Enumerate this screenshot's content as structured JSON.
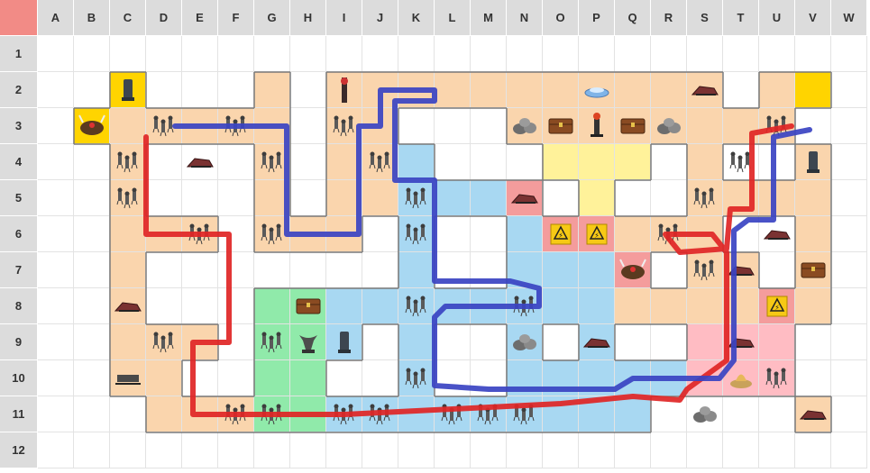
{
  "columns": [
    "A",
    "B",
    "C",
    "D",
    "E",
    "F",
    "G",
    "H",
    "I",
    "J",
    "K",
    "L",
    "M",
    "N",
    "O",
    "P",
    "Q",
    "R",
    "S",
    "T",
    "U",
    "V",
    "W"
  ],
  "rows": [
    "1",
    "2",
    "3",
    "4",
    "5",
    "6",
    "7",
    "8",
    "9",
    "10",
    "11",
    "12"
  ],
  "colors": {
    "corner": "#f28b86",
    "header": "#dcdcdc",
    "orange_zone": "#fad5ad",
    "blue_zone": "#a8d8f2",
    "green_zone": "#90eaaa",
    "yellow_zone": "#fff29a",
    "red_zone": "#f49c9c",
    "pink_zone": "#ffbcc3",
    "gold": "#ffd400",
    "red_path": "#e02525",
    "blue_path": "#3a43c2"
  },
  "zones": [
    {
      "color": "orange_zone",
      "cells": [
        "C3",
        "D3",
        "E3",
        "F3",
        "G3",
        "C4",
        "C5",
        "C6",
        "D6",
        "E6",
        "C7",
        "C8",
        "C9",
        "D9",
        "E9",
        "C10",
        "D10",
        "D11",
        "E11",
        "F11",
        "G2",
        "G4",
        "G5",
        "G6",
        "H6",
        "I6",
        "I3",
        "I4",
        "I5",
        "J3",
        "J4",
        "J5",
        "I2",
        "J2",
        "K2",
        "L2",
        "M2",
        "N2",
        "O2",
        "P2",
        "Q2",
        "R2",
        "N3",
        "O3",
        "P3",
        "Q3",
        "R3",
        "S3",
        "T3",
        "U3",
        "S2",
        "U2",
        "S4",
        "S5",
        "T5",
        "U5",
        "V5",
        "V4",
        "Q6",
        "R6",
        "S6",
        "S7",
        "S8",
        "R8",
        "Q8",
        "T7",
        "T8",
        "V6",
        "V7",
        "V8",
        "U10",
        "V11",
        "J4",
        "K11"
      ]
    },
    {
      "color": "blue_zone",
      "cells": [
        "K4",
        "K5",
        "K6",
        "K7",
        "K8",
        "K9",
        "K10",
        "K11",
        "L5",
        "M5",
        "L11",
        "M11",
        "N11",
        "O11",
        "P11",
        "Q11",
        "N6",
        "N7",
        "N8",
        "N9",
        "N10",
        "O7",
        "O8",
        "P7",
        "P8",
        "P9",
        "P10",
        "I8",
        "J8",
        "L8",
        "M8",
        "I9",
        "Q10",
        "R10",
        "I11",
        "J11",
        "O10",
        "P6"
      ]
    },
    {
      "color": "green_zone",
      "cells": [
        "G8",
        "H8",
        "G9",
        "H9",
        "G10",
        "H10",
        "G11",
        "H11"
      ]
    },
    {
      "color": "yellow_zone",
      "cells": [
        "O4",
        "P4",
        "Q4",
        "P5",
        "P6"
      ]
    },
    {
      "color": "red_zone",
      "cells": [
        "N5",
        "O6",
        "P6",
        "Q7",
        "U8"
      ]
    },
    {
      "color": "pink_zone",
      "cells": [
        "S9",
        "T9",
        "U9",
        "S10",
        "T10",
        "U10"
      ]
    },
    {
      "color": "gold",
      "cells": [
        "C2",
        "B3",
        "V2"
      ]
    }
  ],
  "icons": [
    {
      "name": "pillar-icon",
      "cell": "C2"
    },
    {
      "name": "beast-icon",
      "cell": "B3"
    },
    {
      "name": "gold-tile-icon",
      "cell": "V2"
    },
    {
      "name": "totem-icon",
      "cell": "I2"
    },
    {
      "name": "portal-icon",
      "cell": "P2"
    },
    {
      "name": "rock-pile-icon",
      "cell": "N3"
    },
    {
      "name": "chest-icon",
      "cell": "O3"
    },
    {
      "name": "shrine-icon",
      "cell": "P3"
    },
    {
      "name": "chest-icon",
      "cell": "Q3"
    },
    {
      "name": "rock-pile-icon",
      "cell": "R3"
    },
    {
      "name": "warning-sign-icon",
      "cell": "O6"
    },
    {
      "name": "warning-sign-icon",
      "cell": "P6"
    },
    {
      "name": "warning-sign-icon",
      "cell": "U8"
    },
    {
      "name": "chest-icon",
      "cell": "H8"
    },
    {
      "name": "chest-icon",
      "cell": "V7"
    },
    {
      "name": "fountain-icon",
      "cell": "H9"
    },
    {
      "name": "pillar-icon",
      "cell": "I9"
    },
    {
      "name": "pillar-icon",
      "cell": "V4"
    },
    {
      "name": "rock-pile-icon",
      "cell": "N9"
    },
    {
      "name": "rock-pile-icon",
      "cell": "S11"
    },
    {
      "name": "demon-icon",
      "cell": "Q7"
    },
    {
      "name": "altar-icon",
      "cell": "T10"
    },
    {
      "name": "sled-icon",
      "cell": "C10"
    },
    {
      "name": "wreck-icon",
      "cell": "E4"
    },
    {
      "name": "wreck-icon",
      "cell": "C8"
    },
    {
      "name": "wreck-icon",
      "cell": "S2"
    },
    {
      "name": "wreck-icon",
      "cell": "U6"
    },
    {
      "name": "wreck-icon",
      "cell": "T7"
    },
    {
      "name": "wreck-icon",
      "cell": "T9"
    },
    {
      "name": "wreck-icon",
      "cell": "P9"
    },
    {
      "name": "wreck-icon",
      "cell": "V11"
    },
    {
      "name": "wreck-icon",
      "cell": "N5"
    },
    {
      "name": "soldier-group-icon",
      "cell": "D3"
    },
    {
      "name": "soldier-group-icon",
      "cell": "F3"
    },
    {
      "name": "soldier-group-icon",
      "cell": "C4"
    },
    {
      "name": "soldier-group-icon",
      "cell": "C5"
    },
    {
      "name": "soldier-group-icon",
      "cell": "G4"
    },
    {
      "name": "soldier-group-icon",
      "cell": "G6"
    },
    {
      "name": "soldier-group-icon",
      "cell": "E6"
    },
    {
      "name": "soldier-group-icon",
      "cell": "I3"
    },
    {
      "name": "soldier-group-icon",
      "cell": "J4"
    },
    {
      "name": "soldier-group-icon",
      "cell": "K5"
    },
    {
      "name": "soldier-group-icon",
      "cell": "K6"
    },
    {
      "name": "soldier-group-icon",
      "cell": "D9"
    },
    {
      "name": "soldier-group-icon",
      "cell": "G9"
    },
    {
      "name": "soldier-group-icon",
      "cell": "F11"
    },
    {
      "name": "soldier-group-icon",
      "cell": "G11"
    },
    {
      "name": "soldier-group-icon",
      "cell": "I11"
    },
    {
      "name": "soldier-group-icon",
      "cell": "J11"
    },
    {
      "name": "soldier-group-icon",
      "cell": "L11"
    },
    {
      "name": "soldier-group-icon",
      "cell": "M11"
    },
    {
      "name": "soldier-group-icon",
      "cell": "N11"
    },
    {
      "name": "soldier-group-icon",
      "cell": "K8"
    },
    {
      "name": "soldier-group-icon",
      "cell": "N8"
    },
    {
      "name": "soldier-group-icon",
      "cell": "R6"
    },
    {
      "name": "soldier-group-icon",
      "cell": "S5"
    },
    {
      "name": "soldier-group-icon",
      "cell": "T4"
    },
    {
      "name": "soldier-group-icon",
      "cell": "S7"
    },
    {
      "name": "soldier-group-icon",
      "cell": "U10"
    },
    {
      "name": "soldier-group-icon",
      "cell": "U3"
    },
    {
      "name": "soldier-group-icon",
      "cell": "K10"
    }
  ],
  "paths": [
    {
      "name": "red-route",
      "color": "red_path",
      "points": [
        [
          3.5,
          3.3
        ],
        [
          3.5,
          6
        ],
        [
          5.8,
          6
        ],
        [
          5.8,
          9
        ],
        [
          4.8,
          9
        ],
        [
          4.8,
          11
        ],
        [
          9,
          11
        ],
        [
          11,
          10.9
        ],
        [
          15,
          10.7
        ],
        [
          17,
          10.5
        ],
        [
          18.3,
          10.6
        ],
        [
          18.5,
          10.3
        ],
        [
          19.6,
          9.5
        ],
        [
          19.6,
          6.5
        ],
        [
          19.2,
          6
        ],
        [
          17.9,
          6
        ],
        [
          18.3,
          6.5
        ],
        [
          19.6,
          6.4
        ],
        [
          19.7,
          5.3
        ],
        [
          20.3,
          5.3
        ],
        [
          20.3,
          3.2
        ],
        [
          21.4,
          3
        ]
      ]
    },
    {
      "name": "blue-route",
      "color": "blue_path",
      "points": [
        [
          4.3,
          3
        ],
        [
          7.4,
          3
        ],
        [
          7.4,
          6
        ],
        [
          9.4,
          6
        ],
        [
          9.4,
          3
        ],
        [
          10,
          3
        ],
        [
          10,
          2
        ],
        [
          11.5,
          2
        ],
        [
          11.5,
          2.3
        ],
        [
          10.4,
          2.3
        ],
        [
          10.4,
          4.5
        ],
        [
          11.5,
          4.5
        ],
        [
          11.5,
          7.3
        ],
        [
          13.6,
          7.3
        ],
        [
          14.4,
          7.5
        ],
        [
          14.4,
          8
        ],
        [
          11.8,
          8
        ],
        [
          11.5,
          8.3
        ],
        [
          11.5,
          10.2
        ],
        [
          13,
          10.3
        ],
        [
          16.5,
          10.3
        ],
        [
          17,
          10
        ],
        [
          19.4,
          10
        ],
        [
          19.8,
          9.5
        ],
        [
          19.8,
          5.9
        ],
        [
          20.2,
          5.6
        ],
        [
          20.9,
          5.6
        ],
        [
          20.9,
          3.3
        ],
        [
          21.9,
          3.1
        ]
      ]
    }
  ]
}
